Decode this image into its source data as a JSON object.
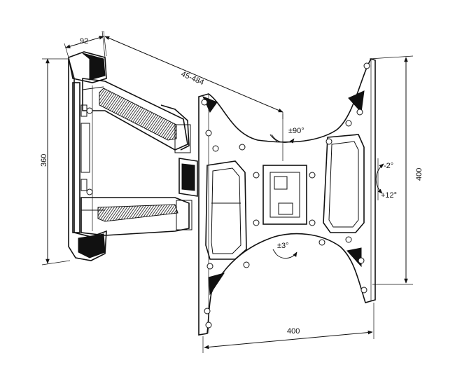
{
  "dimensions": {
    "depth": "92",
    "extension": "45-484",
    "wall_plate_height": "360",
    "vesa_width": "400",
    "vesa_height": "400"
  },
  "adjustments": {
    "swivel": "±90°",
    "tilt_up": "-2°",
    "tilt_down": "+12°",
    "rotation": "±3°"
  },
  "colors": {
    "line": "#111111",
    "background": "#ffffff"
  }
}
